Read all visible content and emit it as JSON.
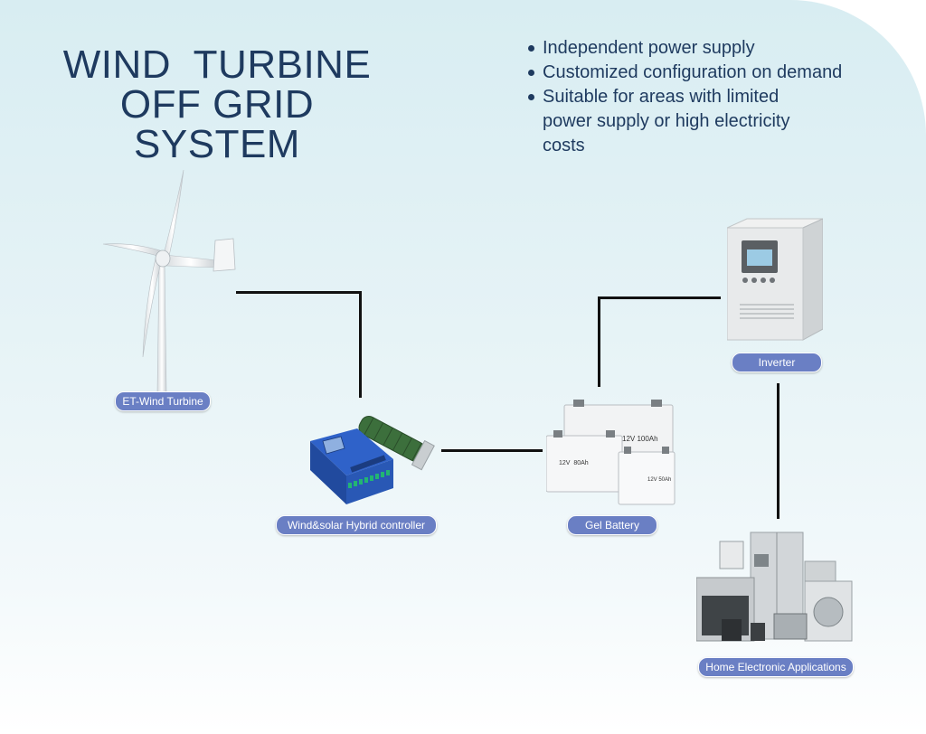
{
  "title": {
    "line1": "WIND  TURBINE",
    "line2": "OFF GRID SYSTEM"
  },
  "features": [
    "Independent power supply",
    "Customized configuration on demand",
    "Suitable for areas with limited power supply or high electricity costs"
  ],
  "nodes": {
    "turbine": {
      "label": "ET-Wind Turbine",
      "icon": "wind-turbine-icon"
    },
    "controller": {
      "label": "Wind&solar Hybrid controller",
      "icon": "hybrid-controller-icon"
    },
    "battery": {
      "label": "Gel Battery",
      "icon": "gel-battery-icon"
    },
    "inverter": {
      "label": "Inverter",
      "icon": "inverter-icon"
    },
    "appliances": {
      "label": "Home Electronic Applications",
      "icon": "home-appliances-icon"
    }
  },
  "battery_labels": {
    "large": "12V 100Ah",
    "medium": "12V  80Ah",
    "small": "12V 50Ah"
  },
  "colors": {
    "title": "#1e3a5f",
    "label_pill": "#6a7fc4",
    "connector": "#111111"
  }
}
